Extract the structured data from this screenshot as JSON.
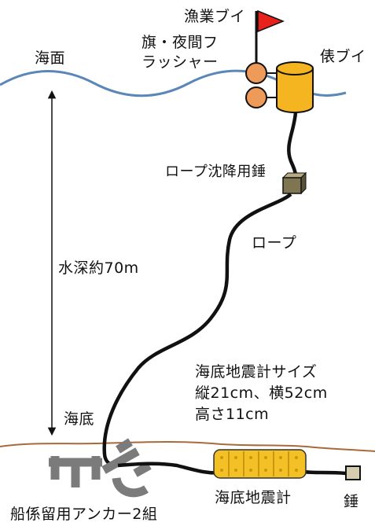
{
  "labels": {
    "fishing_buoy": "漁業ブイ",
    "flag_flasher_line1": "旗・夜間フ",
    "flag_flasher_line2": "ラッシャー",
    "bale_buoy": "俵ブイ",
    "sea_surface": "海面",
    "rope_weight": "ロープ沈降用錘",
    "rope": "ロープ",
    "water_depth": "水深約70m",
    "seismometer_size_line1": "海底地震計サイズ",
    "seismometer_size_line2": "縦21cm、横52cm",
    "seismometer_size_line3": "高さ11cm",
    "seafloor": "海底",
    "seismometer": "海底地震計",
    "anchor_weight": "錘",
    "anchors": "船係留用アンカー2組"
  },
  "colors": {
    "sea_surface_line": "#5b86b8",
    "seafloor_line": "#a86a3c",
    "flag": "#e8221b",
    "float_ball": "#ee9b5a",
    "bale_buoy": "#f5b521",
    "rope_weight": "#807551",
    "seismometer": "#f3c125",
    "anchor": "#7b7b7b",
    "anchor_weight": "#d6cdb0"
  }
}
